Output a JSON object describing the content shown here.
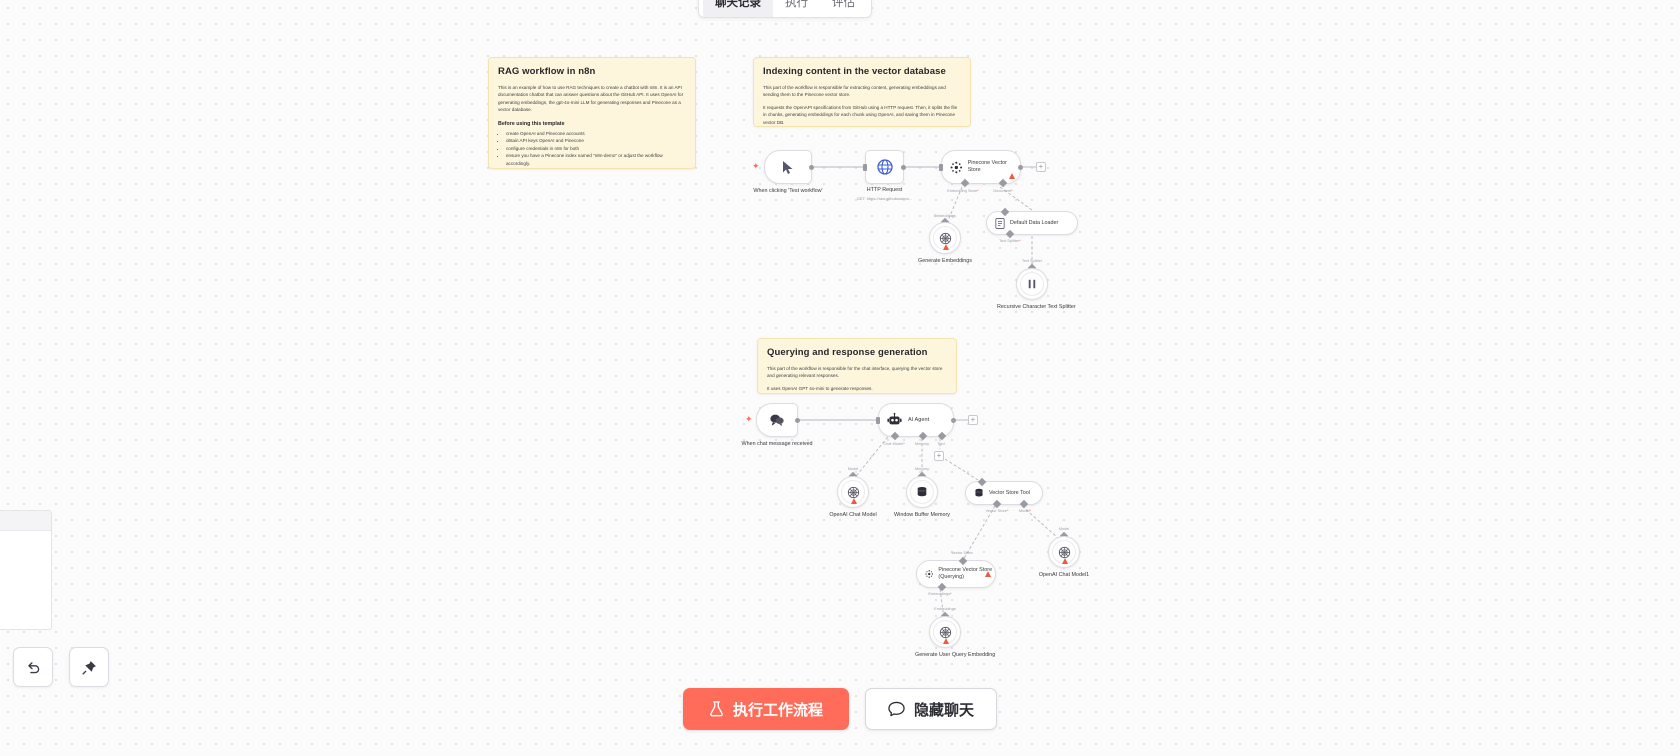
{
  "tabs": [
    {
      "label": "聊天记录",
      "active": true
    },
    {
      "label": "执行",
      "active": false
    },
    {
      "label": "评估",
      "active": false
    }
  ],
  "notes": {
    "rag": {
      "title": "RAG workflow in n8n",
      "body": "This is an example of how to use RAG techniques to create a chatbot with n8n. It is an API documentation chatbot that can answer questions about the GitHub API. It uses OpenAI for generating embeddings, the gpt-4o-mini LLM for generating responses and Pinecone as a vector database.",
      "subtitle": "Before using this template",
      "bullets": [
        "create OpenAI and Pinecone accounts",
        "obtain API keys OpenAI and Pinecone",
        "configure credentials in n8n for both",
        "ensure you have a Pinecone index named \"n8n-demo\" or adjust the workflow accordingly."
      ]
    },
    "indexing": {
      "title": "Indexing content in the vector database",
      "p1": "This part of the workflow is responsible for extracting content, generating embeddings and sending them to the Pinecone vector store.",
      "p2": "It requests the OpenAPI specifications from GitHub using a HTTP request. Then, it splits the file in chunks, generating embeddings for each chunk using OpenAI, and saving them in Pinecone vector DB."
    },
    "querying": {
      "title": "Querying and response generation",
      "p1": "This part of the workflow is responsible for the chat interface, querying the vector store and generating relevant responses.",
      "p2": "It uses OpenAI GPT 4o-mini to generate responses."
    }
  },
  "nodes": {
    "manual_trigger": {
      "label": "When clicking 'Test workflow'",
      "icon": "cursor-icon"
    },
    "http_request": {
      "label": "HTTP Request",
      "subtitle": "GET: https://raw.githubusderc...",
      "icon": "globe-icon"
    },
    "pinecone_store": {
      "label": "Pinecone Vector Store",
      "icon": "pinecone-icon",
      "warning": true
    },
    "generate_embeddings": {
      "label": "Generate Embeddings",
      "icon": "openai-icon",
      "warning": true
    },
    "default_data_loader": {
      "label": "Default Data Loader",
      "icon": "document-icon"
    },
    "text_splitter": {
      "label": "Recursive Character Text Splitter",
      "icon": "splitter-icon"
    },
    "chat_trigger": {
      "label": "When chat message received",
      "icon": "chat-icon"
    },
    "ai_agent": {
      "label": "AI Agent",
      "icon": "robot-icon"
    },
    "openai_chat_model": {
      "label": "OpenAI Chat Model",
      "icon": "openai-icon",
      "warning": true
    },
    "window_buffer_memory": {
      "label": "Window Buffer Memory",
      "icon": "database-icon"
    },
    "vector_store_tool": {
      "label": "Vector Store Tool",
      "icon": "database-icon"
    },
    "openai_chat_model1": {
      "label": "OpenAI Chat Model1",
      "icon": "openai-icon",
      "warning": true
    },
    "pinecone_querying": {
      "label": "Pinecone Vector Store (Querying)",
      "icon": "pinecone-icon",
      "warning": true
    },
    "generate_user_query_embedding": {
      "label": "Generate User Query Embedding",
      "icon": "openai-icon",
      "warning": true
    }
  },
  "connector_labels": {
    "embedding_store": "Embedding Store",
    "document": "Document",
    "embeddings": "Embeddings",
    "text_splitter": "Text Splitter",
    "text_splitter2": "Text Splitter",
    "chat_model": "Chat Model",
    "memory": "Memory",
    "tool": "Tool",
    "model": "Model",
    "memory2": "Memory",
    "vector_store": "Vector Store",
    "model2": "Model",
    "vector_store2": "Vector Store",
    "embeddings2": "Embeddings",
    "embeddings3": "Embeddings"
  },
  "footer": {
    "run_label": "执行工作流程",
    "run_icon": "flask-icon",
    "hide_label": "隐藏聊天",
    "hide_icon": "chat-bubble-icon"
  },
  "controls": {
    "undo_icon": "undo-arrow-icon",
    "pin_icon": "pin-icon"
  },
  "colors": {
    "accent": "#ff6d5a",
    "sticky_bg": "#fdf6dd",
    "sticky_border": "#f2e4ae",
    "warning": "#f05a3c"
  }
}
